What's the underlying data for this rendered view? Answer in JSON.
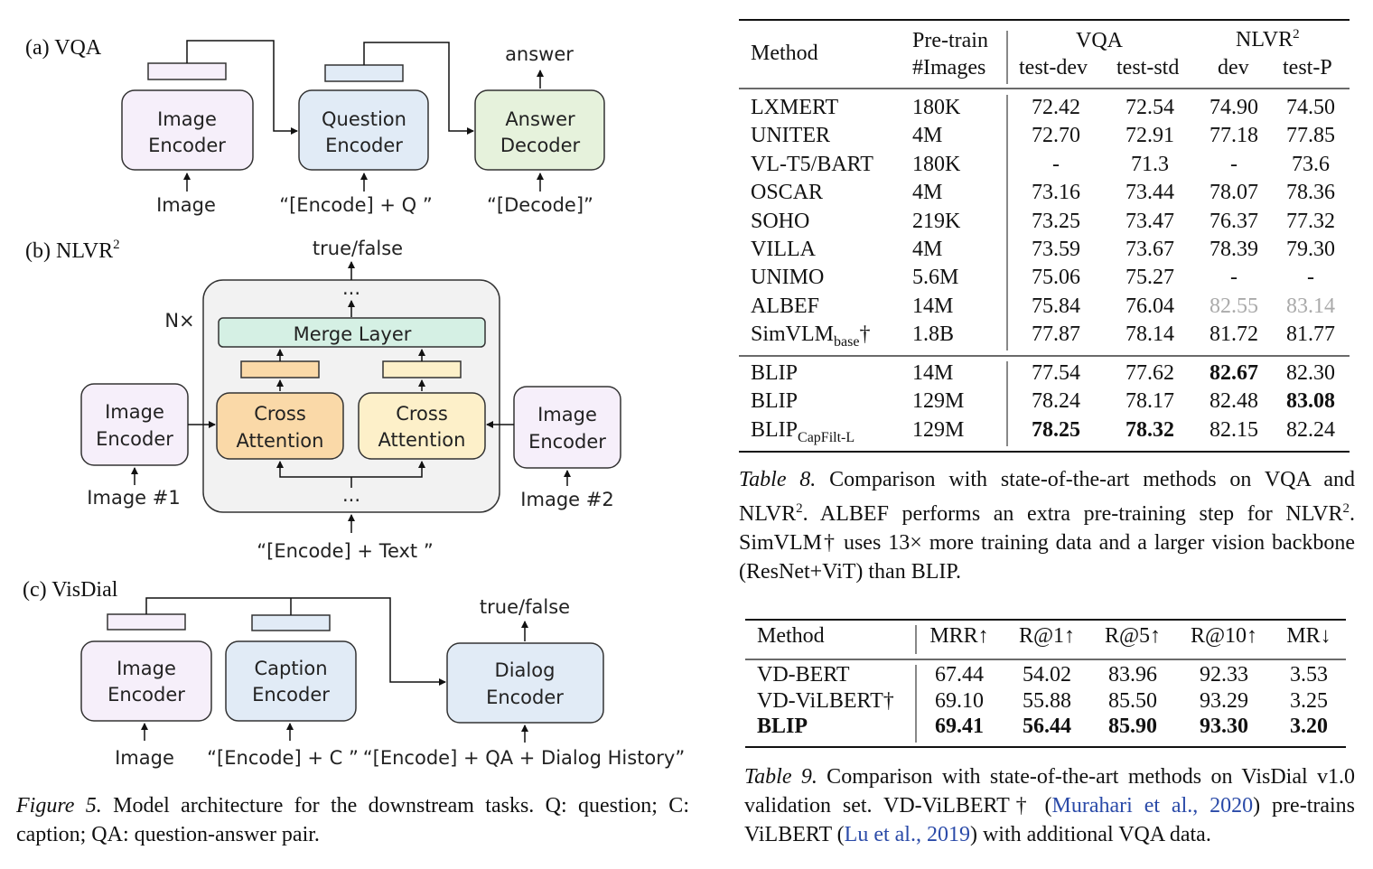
{
  "figure5": {
    "a_label": "(a) VQA",
    "b_label_prefix": "(b) NLVR",
    "b_label_sup": "2",
    "c_label": "(c) VisDial",
    "vqa": {
      "image_encoder": [
        "Image",
        "Encoder"
      ],
      "question_encoder": [
        "Question",
        "Encoder"
      ],
      "answer_decoder": [
        "Answer",
        "Decoder"
      ],
      "answer_out": "answer",
      "in_image": "Image",
      "in_question": "“[Encode] + Q ”",
      "in_decode": "“[Decode]”"
    },
    "nlvr": {
      "out": "true/false",
      "ellipsis_top": "...",
      "ellipsis_bottom": "...",
      "nx": "N×",
      "merge_layer": "Merge Layer",
      "cross_attention_left": [
        "Cross",
        "Attention"
      ],
      "cross_attention_right": [
        "Cross",
        "Attention"
      ],
      "image_encoder_left": [
        "Image",
        "Encoder"
      ],
      "image_encoder_right": [
        "Image",
        "Encoder"
      ],
      "in_image1": "Image #1",
      "in_image2": "Image #2",
      "in_text": "“[Encode] + Text ”"
    },
    "visdial": {
      "out": "true/false",
      "image_encoder": [
        "Image",
        "Encoder"
      ],
      "caption_encoder": [
        "Caption",
        "Encoder"
      ],
      "dialog_encoder": [
        "Dialog",
        "Encoder"
      ],
      "in_image": "Image",
      "in_caption": "“[Encode] + C ”",
      "in_dialog": "“[Encode] + QA + Dialog History”"
    },
    "caption_label": "Figure 5.",
    "caption_text": " Model architecture for the downstream tasks. Q: question; C: caption; QA: question-answer pair."
  },
  "table8": {
    "header": {
      "method": "Method",
      "pretrain_line1": "Pre-train",
      "pretrain_line2": "#Images",
      "vqa": "VQA",
      "nlvr": "NLVR",
      "nlvr_sup": "2",
      "test_dev": "test-dev",
      "test_std": "test-std",
      "dev": "dev",
      "test_p": "test-P"
    },
    "rows": [
      {
        "method": "LXMERT",
        "sub": "",
        "suffix": "",
        "images": "180K",
        "test_dev": "72.42",
        "test_std": "72.54",
        "dev": "74.90",
        "test_p": "74.50"
      },
      {
        "method": "UNITER",
        "sub": "",
        "suffix": "",
        "images": "4M",
        "test_dev": "72.70",
        "test_std": "72.91",
        "dev": "77.18",
        "test_p": "77.85"
      },
      {
        "method": "VL-T5/BART",
        "sub": "",
        "suffix": "",
        "images": "180K",
        "test_dev": "-",
        "test_std": "71.3",
        "dev": "-",
        "test_p": "73.6"
      },
      {
        "method": "OSCAR",
        "sub": "",
        "suffix": "",
        "images": "4M",
        "test_dev": "73.16",
        "test_std": "73.44",
        "dev": "78.07",
        "test_p": "78.36"
      },
      {
        "method": "SOHO",
        "sub": "",
        "suffix": "",
        "images": "219K",
        "test_dev": "73.25",
        "test_std": "73.47",
        "dev": "76.37",
        "test_p": "77.32"
      },
      {
        "method": "VILLA",
        "sub": "",
        "suffix": "",
        "images": "4M",
        "test_dev": "73.59",
        "test_std": "73.67",
        "dev": "78.39",
        "test_p": "79.30"
      },
      {
        "method": "UNIMO",
        "sub": "",
        "suffix": "",
        "images": "5.6M",
        "test_dev": "75.06",
        "test_std": "75.27",
        "dev": "-",
        "test_p": "-"
      },
      {
        "method": "ALBEF",
        "sub": "",
        "suffix": "",
        "images": "14M",
        "test_dev": "75.84",
        "test_std": "76.04",
        "dev": "82.55",
        "test_p": "83.14"
      },
      {
        "method": "SimVLM",
        "sub": "base",
        "suffix": "†",
        "images": "1.8B",
        "test_dev": "77.87",
        "test_std": "78.14",
        "dev": "81.72",
        "test_p": "81.77"
      }
    ],
    "blip_rows": [
      {
        "method": "BLIP",
        "sub": "",
        "images": "14M",
        "test_dev": "77.54",
        "test_std": "77.62",
        "dev": "82.67",
        "test_p": "82.30"
      },
      {
        "method": "BLIP",
        "sub": "",
        "images": "129M",
        "test_dev": "78.24",
        "test_std": "78.17",
        "dev": "82.48",
        "test_p": "83.08"
      },
      {
        "method": "BLIP",
        "sub": "CapFilt-L",
        "images": "129M",
        "test_dev": "78.25",
        "test_std": "78.32",
        "dev": "82.15",
        "test_p": "82.24"
      }
    ],
    "caption_label": "Table 8.",
    "caption_a": " Comparison with state-of-the-art methods on VQA and NLVR",
    "caption_sup1": "2",
    "caption_b": ". ALBEF performs an extra pre-training step for NLVR",
    "caption_sup2": "2",
    "caption_c": ". SimVLM† uses 13× more training data and a larger vision backbone (ResNet+ViT) than BLIP."
  },
  "table9": {
    "header": [
      "Method",
      "MRR↑",
      "R@1↑",
      "R@5↑",
      "R@10↑",
      "MR↓"
    ],
    "rows": [
      [
        "VD-BERT",
        "67.44",
        "54.02",
        "83.96",
        "92.33",
        "3.53"
      ],
      [
        "VD-ViLBERT†",
        "69.10",
        "55.88",
        "85.50",
        "93.29",
        "3.25"
      ],
      [
        "BLIP",
        "69.41",
        "56.44",
        "85.90",
        "93.30",
        "3.20"
      ]
    ],
    "caption_label": "Table 9.",
    "caption_a": " Comparison with state-of-the-art methods on VisDial v1.0 validation set. VD-ViLBERT† (",
    "ref1": "Murahari et al., 2020",
    "caption_b": ") pre-trains ViLBERT (",
    "ref2": "Lu et al., 2019",
    "caption_c": ") with additional VQA data."
  },
  "colors": {
    "image_encoder": "#f6effa",
    "question_encoder": "#e1ebf6",
    "answer_decoder": "#e6f2dc",
    "merge_layer": "#d5f0e4",
    "cross_left": "#fad9a8",
    "cross_right": "#fdf0c9",
    "nx_box": "#f2f2f2",
    "ref_link": "#2a4aa8"
  }
}
